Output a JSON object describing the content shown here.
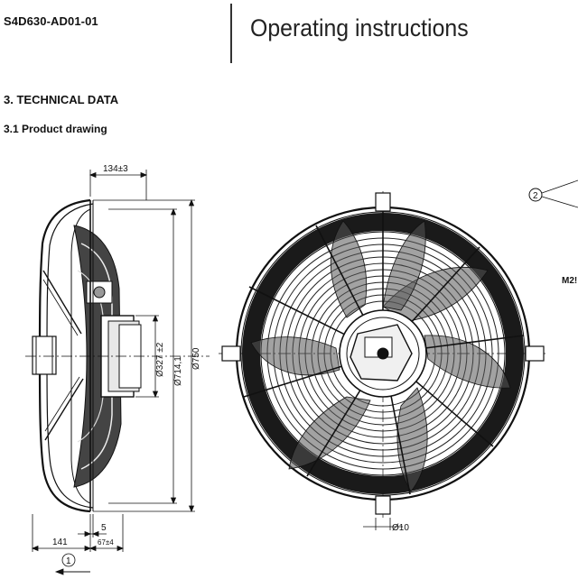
{
  "header": {
    "model": "S4D630-AD01-01",
    "title": "Operating instructions"
  },
  "sections": {
    "heading": "3. TECHNICAL DATA",
    "subheading": "3.1 Product drawing"
  },
  "drawing": {
    "dim_top": "134±3",
    "dim_d1": "Ø327 ±2",
    "dim_d2": "Ø714,1",
    "dim_d3": "Ø750",
    "dim_5": "5",
    "dim_141": "141",
    "dim_67": "67±4",
    "callout_1": "1",
    "callout_2": "2",
    "thread": "M2!",
    "hole": "Ø10"
  }
}
